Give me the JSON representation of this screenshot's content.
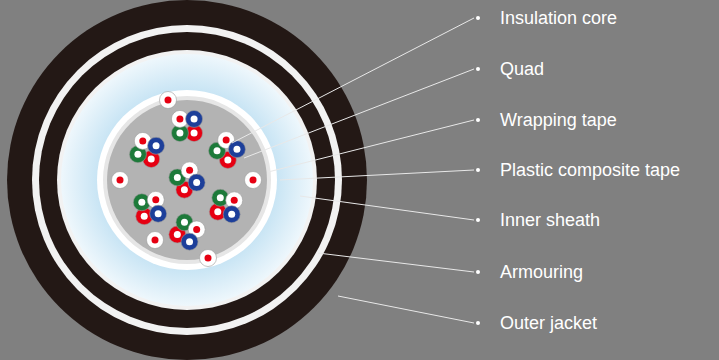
{
  "diagram": {
    "labels": [
      "Insulation core",
      "Quad",
      "Wrapping tape",
      "Plastic composite tape",
      "Inner sheath",
      "Armouring",
      "Outer jacket"
    ]
  }
}
